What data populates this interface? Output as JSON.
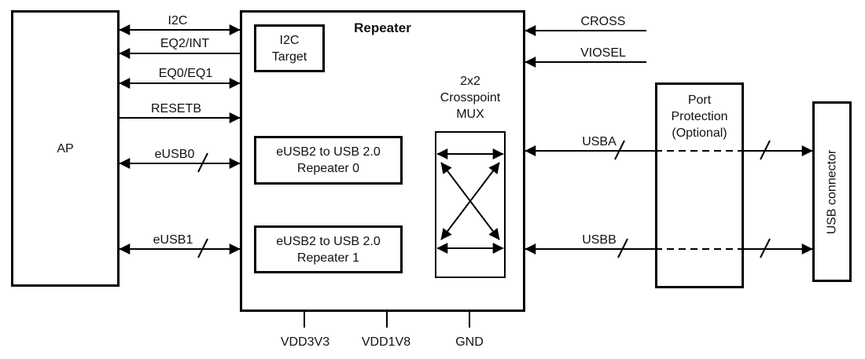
{
  "diagram": {
    "blocks": {
      "ap": {
        "label": "AP"
      },
      "repeater": {
        "label": "Repeater"
      },
      "i2c_target": {
        "label": "I2C\nTarget"
      },
      "repeater0": {
        "label": "eUSB2 to USB 2.0\nRepeater 0"
      },
      "repeater1": {
        "label": "eUSB2 to USB 2.0\nRepeater 1"
      },
      "crosspoint_mux": {
        "label": "2x2\nCrosspoint\nMUX"
      },
      "port_protection": {
        "label": "Port\nProtection\n(Optional)"
      },
      "usb_connector": {
        "label": "USB connector"
      }
    },
    "signals": {
      "i2c": {
        "label": "I2C",
        "direction": "bidirectional"
      },
      "eq2_int": {
        "label": "EQ2/INT",
        "direction": "repeater-to-ap"
      },
      "eq0_eq1": {
        "label": "EQ0/EQ1",
        "direction": "bidirectional"
      },
      "resetb": {
        "label": "RESETB",
        "direction": "ap-to-repeater"
      },
      "eusb0": {
        "label": "eUSB0",
        "direction": "bidirectional",
        "bus": true
      },
      "eusb1": {
        "label": "eUSB1",
        "direction": "bidirectional",
        "bus": true
      },
      "cross": {
        "label": "CROSS",
        "direction": "into-repeater"
      },
      "viosel": {
        "label": "VIOSEL",
        "direction": "into-repeater"
      },
      "usba": {
        "label": "USBA",
        "direction": "bidirectional",
        "bus": true,
        "dashed_through_port_protection": true
      },
      "usbb": {
        "label": "USBB",
        "direction": "bidirectional",
        "bus": true,
        "dashed_through_port_protection": true
      }
    },
    "pins": {
      "vdd3v3": {
        "label": "VDD3V3"
      },
      "vdd1v8": {
        "label": "VDD1V8"
      },
      "gnd": {
        "label": "GND"
      }
    },
    "colors": {
      "line": "#000000",
      "text": "#111111",
      "background": "#ffffff"
    }
  }
}
